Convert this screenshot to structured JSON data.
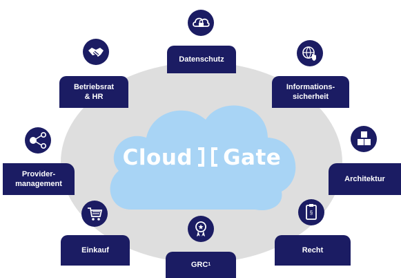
{
  "brand": {
    "left": "Cloud",
    "right": "Gate"
  },
  "colors": {
    "navy": "#1b1c63",
    "cloud": "#a8d4f5",
    "ellipse": "#dedede"
  },
  "nodes": {
    "datenschutz": {
      "label": "Datenschutz",
      "icon": "cloud-lock-icon"
    },
    "betriebsrat": {
      "line1": "Betriebsrat",
      "line2": "& HR",
      "icon": "handshake-icon"
    },
    "informationssicherheit": {
      "line1": "Informations-",
      "line2": "sicherheit",
      "icon": "globe-shield-icon"
    },
    "providermanagement": {
      "line1": "Provider-",
      "line2": "management",
      "icon": "share-network-icon"
    },
    "architektur": {
      "label": "Architektur",
      "icon": "cubes-icon"
    },
    "einkauf": {
      "label": "Einkauf",
      "icon": "shopping-cart-icon"
    },
    "recht": {
      "label": "Recht",
      "icon": "clipboard-paragraph-icon"
    },
    "grc": {
      "label": "GRC",
      "sup": "1",
      "icon": "award-badge-icon"
    }
  }
}
